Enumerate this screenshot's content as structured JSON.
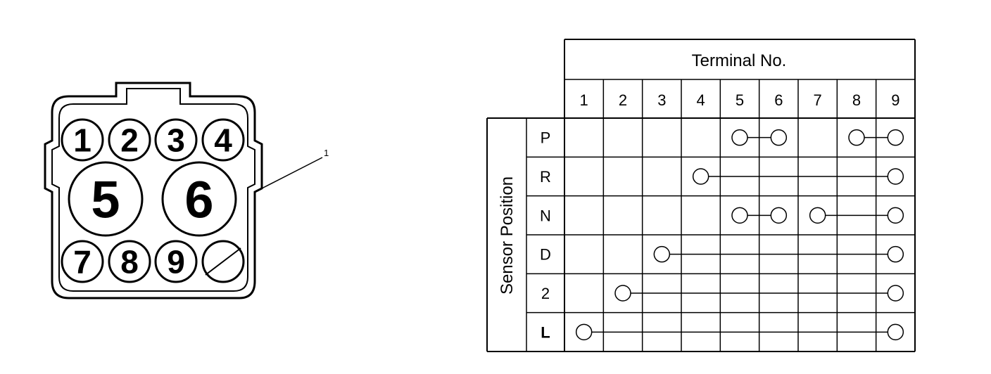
{
  "connector": {
    "callout": "1",
    "pins": [
      {
        "label": "1",
        "size": "small"
      },
      {
        "label": "2",
        "size": "small"
      },
      {
        "label": "3",
        "size": "small"
      },
      {
        "label": "4",
        "size": "small"
      },
      {
        "label": "5",
        "size": "large"
      },
      {
        "label": "6",
        "size": "large"
      },
      {
        "label": "7",
        "size": "small"
      },
      {
        "label": "8",
        "size": "small"
      },
      {
        "label": "9",
        "size": "small"
      },
      {
        "label": "",
        "size": "small",
        "blocked": true
      }
    ]
  },
  "table": {
    "header": "Terminal No.",
    "side_label": "Sensor Position",
    "terminals": [
      "1",
      "2",
      "3",
      "4",
      "5",
      "6",
      "7",
      "8",
      "9"
    ],
    "rows": [
      {
        "position": "P",
        "groups": [
          [
            5,
            6
          ],
          [
            8,
            9
          ]
        ]
      },
      {
        "position": "R",
        "groups": [
          [
            4,
            9
          ]
        ]
      },
      {
        "position": "N",
        "groups": [
          [
            5,
            6
          ],
          [
            7,
            9
          ]
        ],
        "circles": [
          5,
          6,
          7,
          9
        ]
      },
      {
        "position": "D",
        "groups": [
          [
            3,
            9
          ]
        ]
      },
      {
        "position": "2",
        "groups": [
          [
            2,
            9
          ]
        ]
      },
      {
        "position": "L",
        "groups": [
          [
            1,
            9
          ]
        ]
      }
    ]
  }
}
